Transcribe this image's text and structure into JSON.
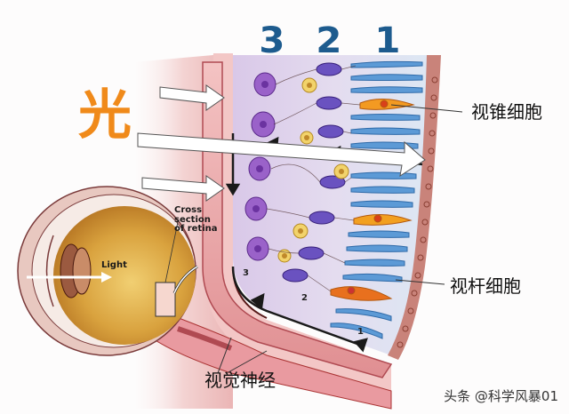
{
  "diagram": {
    "title_char": "光",
    "layer_numbers": [
      "3",
      "2",
      "1"
    ],
    "inline_layer_numbers": [
      "3",
      "2",
      "1"
    ],
    "labels": {
      "cone_cells": "视锥细胞",
      "rod_cells": "视杆细胞",
      "optic_nerve": "视觉神经"
    },
    "eye_labels": {
      "light": "Light",
      "cross_section_line1": "Cross",
      "cross_section_line2": "section",
      "cross_section_line3": "of retina"
    },
    "watermark": "头条 @科学风暴01",
    "colors": {
      "layer_number": "#1d5b8e",
      "title_char": "#f08a1a",
      "ganglion_cells": "#8a4fc0",
      "bipolar_cells": "#6a4fb0",
      "amacrine_cells": "#e8c25a",
      "rod_cells": "#4a8fd0",
      "cone_cells": "#f08a20",
      "tissue": "#e9a9a8",
      "eye_interior": "#d49b3a"
    }
  }
}
